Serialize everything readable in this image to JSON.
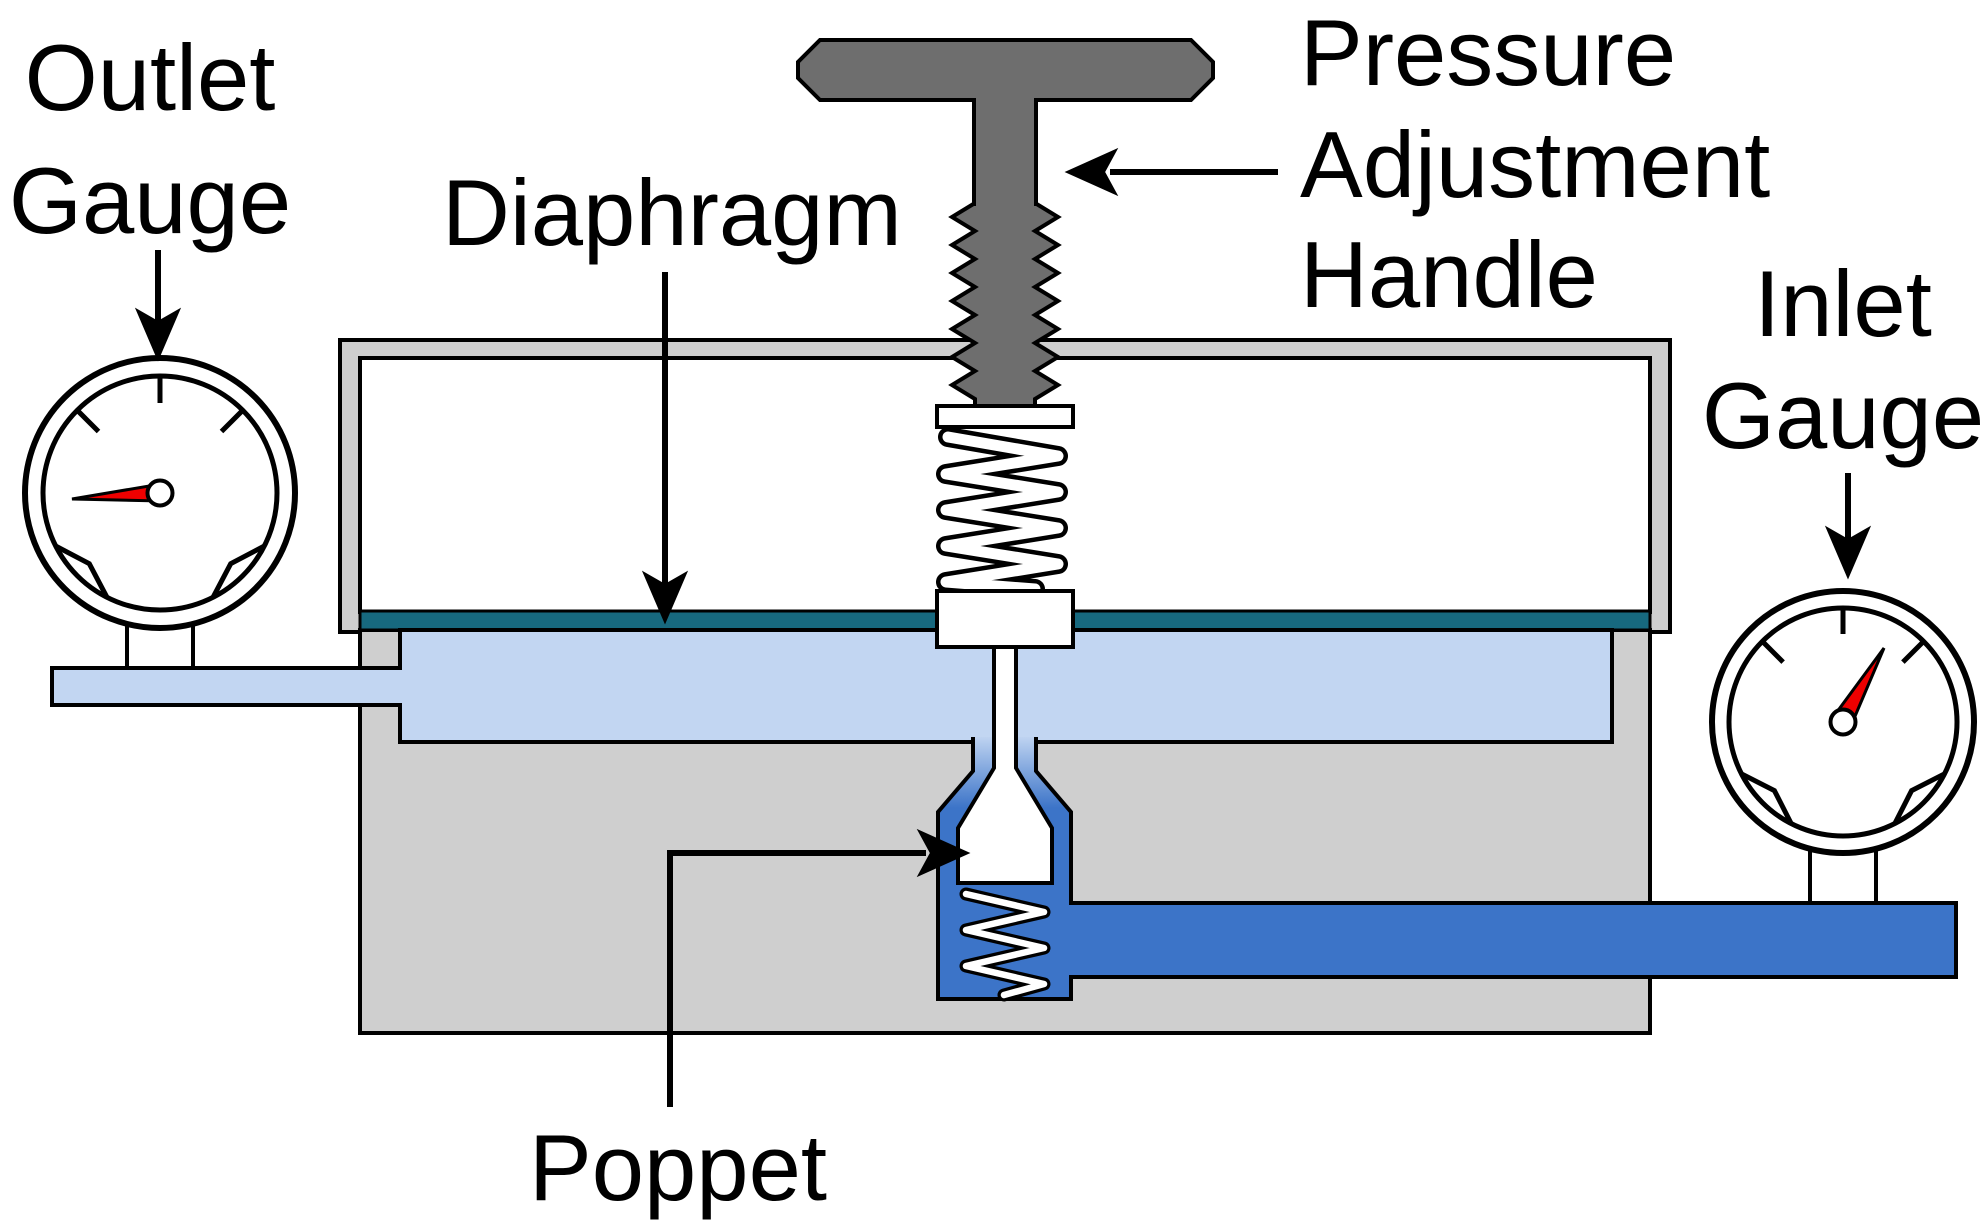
{
  "diagram_title": "Pressure regulator cross-section diagram",
  "labels": {
    "outlet_gauge_line1": "Outlet",
    "outlet_gauge_line2": "Gauge",
    "diaphragm": "Diaphragm",
    "pah_line1": "Pressure",
    "pah_line2": "Adjustment",
    "pah_line3": "Handle",
    "inlet_gauge_line1": "Inlet",
    "inlet_gauge_line2": "Gauge",
    "poppet": "Poppet"
  },
  "colors": {
    "background": "#ffffff",
    "body_gray": "#cfcfcf",
    "handle_gray": "#6e6e6e",
    "diaphragm_teal": "#17697f",
    "outlet_fluid": "#c2d6f2",
    "inlet_fluid": "#3c74c8",
    "needle_red": "#ee0000",
    "outline": "#000000"
  },
  "gauges": {
    "outlet": {
      "needle_direction": "left-horizontal",
      "reading": "low"
    },
    "inlet": {
      "needle_direction": "up-right",
      "reading": "high"
    }
  }
}
